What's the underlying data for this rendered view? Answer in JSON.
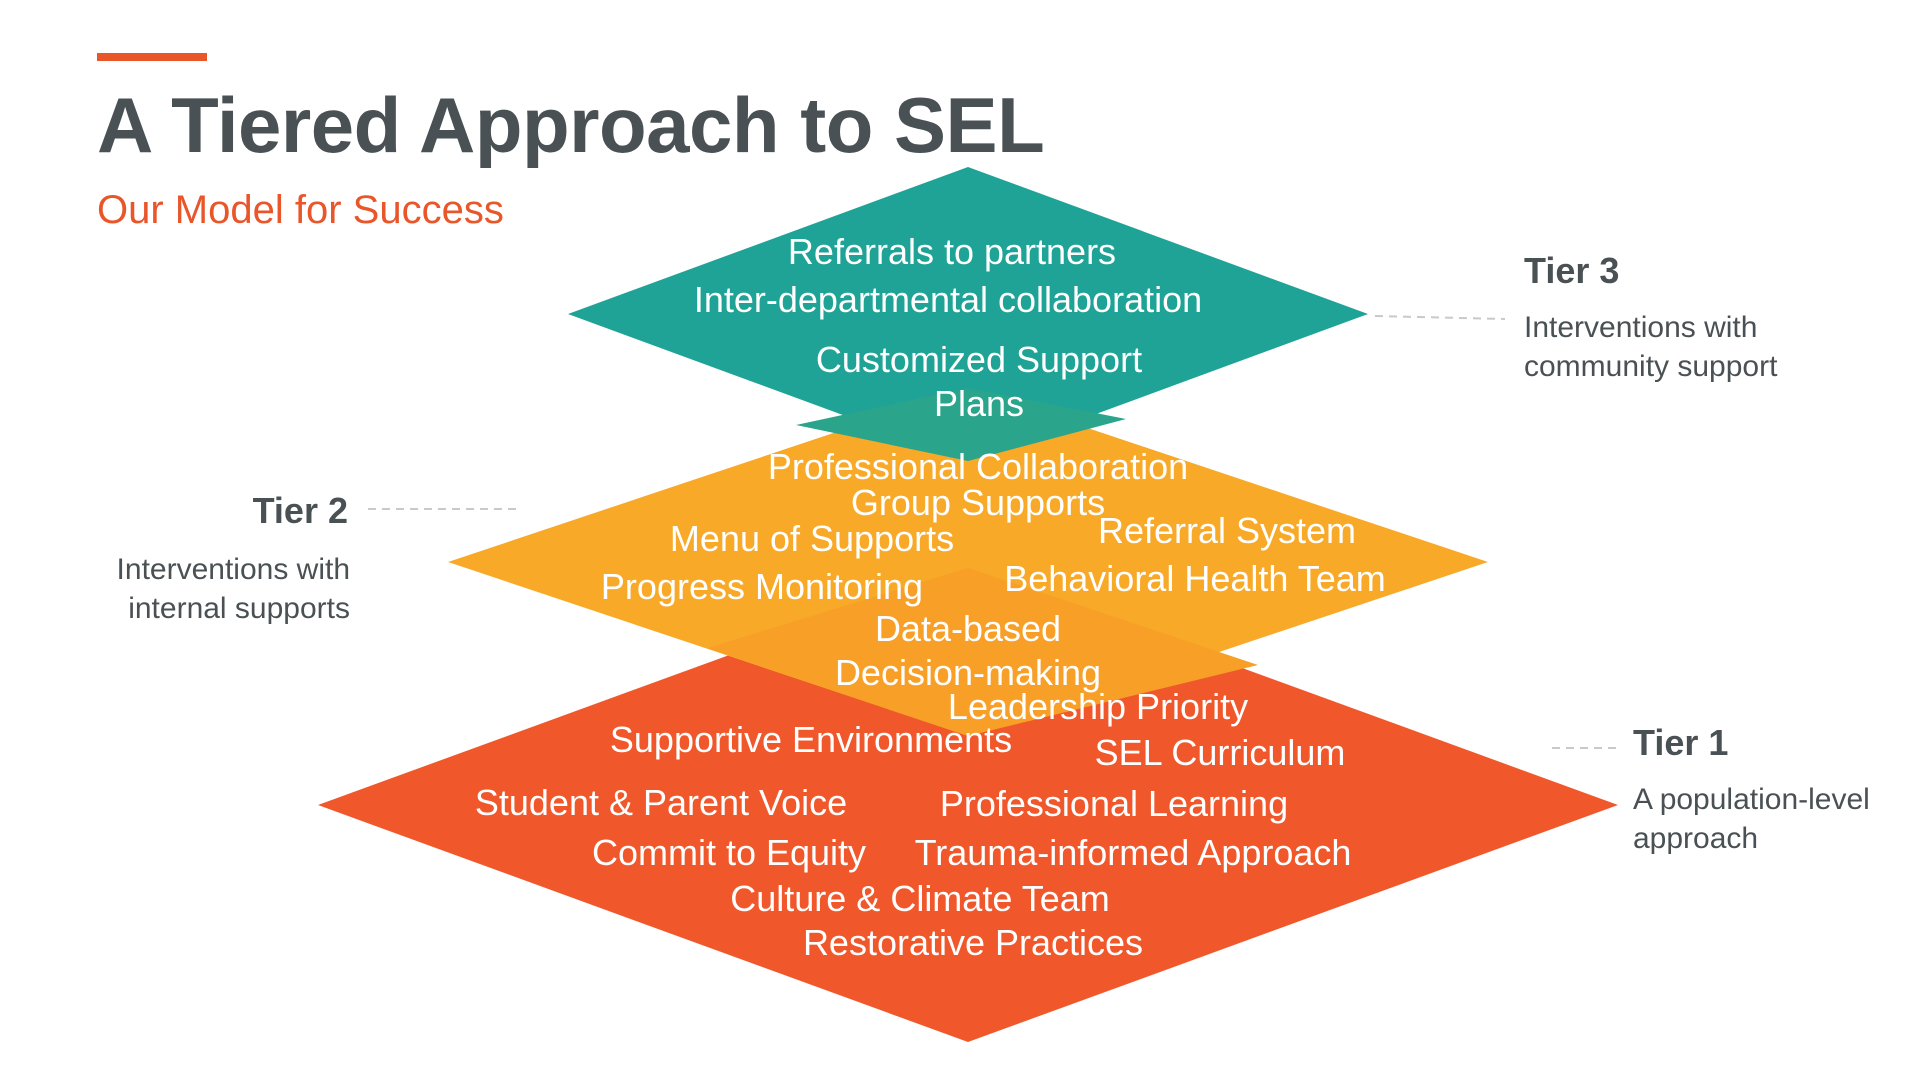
{
  "header": {
    "title": "A Tiered Approach to SEL",
    "subtitle": "Our Model for Success"
  },
  "colors": {
    "accent": "#e8562a",
    "tier1": "#f0572b",
    "tier2": "#f8a928",
    "tier3": "#1fa396",
    "overlap12": "#f79f27",
    "overlap23": "#2aa48a",
    "heading_text": "#4a5154",
    "connector": "#c9c9c9"
  },
  "tiers": {
    "tier3": {
      "name": "Tier 3",
      "description": "Interventions with community support",
      "items": [
        "Referrals to partners",
        "Inter-departmental collaboration",
        "Customized Support",
        "Plans"
      ]
    },
    "tier2": {
      "name": "Tier 2",
      "description": "Interventions with internal supports",
      "items": [
        "Professional Collaboration",
        "Group Supports",
        "Menu of Supports",
        "Referral System",
        "Progress Monitoring",
        "Behavioral Health Team",
        "Data-based",
        "Decision-making"
      ]
    },
    "tier1": {
      "name": "Tier 1",
      "description": "A population-level approach",
      "items": [
        "Leadership Priority",
        "Supportive Environments",
        "SEL Curriculum",
        "Student & Parent Voice",
        "Professional Learning",
        "Commit to Equity",
        "Trauma-informed Approach",
        "Culture & Climate Team",
        "Restorative Practices"
      ]
    }
  }
}
